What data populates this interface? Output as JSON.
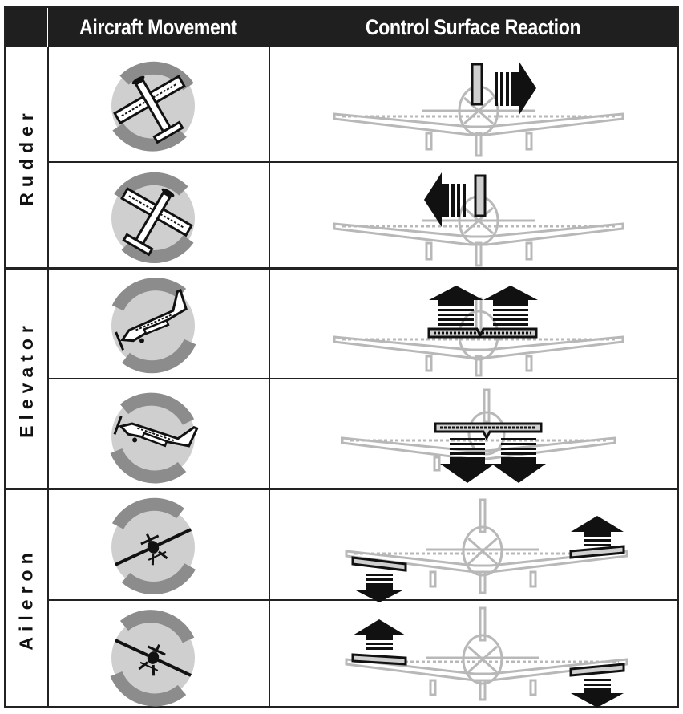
{
  "header": {
    "col1": "Aircraft Movement",
    "col2": "Control Surface Reaction"
  },
  "groups": [
    {
      "label": "Rudder",
      "rows": [
        "yaw-right",
        "yaw-left"
      ]
    },
    {
      "label": "Elevator",
      "rows": [
        "pitch-up",
        "pitch-down"
      ]
    },
    {
      "label": "Aileron",
      "rows": [
        "roll-right",
        "roll-left"
      ]
    }
  ],
  "colors": {
    "header_bg": "#1f1f1f",
    "header_text": "#ffffff",
    "arrow_gray": "#8c8c8c",
    "disc_gray": "#cfcfcf",
    "outline_gray": "#b8b8b8",
    "surface_black": "#111111"
  },
  "icons": {
    "movement": "aircraft-rotation-icon",
    "reaction": "aircraft-front-view-icon",
    "direction": "direction-arrow-icon"
  }
}
